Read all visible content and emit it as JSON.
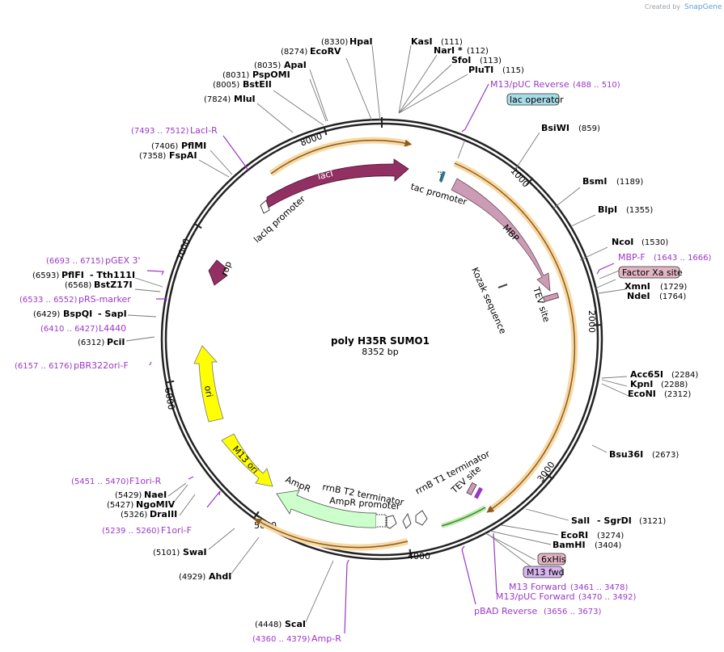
{
  "credit": {
    "prefix": "Created by",
    "brand": "SnapGene"
  },
  "plasmid": {
    "name": "poly H35R SUMO1",
    "size": "8352 bp",
    "ticks": [
      "1000",
      "2000",
      "3000",
      "4000",
      "5000",
      "6000",
      "7000",
      "8000"
    ]
  },
  "enzymes": [
    {
      "name": "HpaI",
      "pos": "(8330)"
    },
    {
      "name": "KasI",
      "pos": "(111)"
    },
    {
      "name": "EcoRV",
      "pos": "(8274)"
    },
    {
      "name": "NarI *",
      "pos": "(112)"
    },
    {
      "name": "SfoI",
      "pos": "(113)"
    },
    {
      "name": "ApaI",
      "pos": "(8035)"
    },
    {
      "name": "PluTI",
      "pos": "(115)"
    },
    {
      "name": "PspOMI",
      "pos": "(8031)"
    },
    {
      "name": "BstEII",
      "pos": "(8005)"
    },
    {
      "name": "MluI",
      "pos": "(7824)"
    },
    {
      "name": "BsiWI",
      "pos": "(859)"
    },
    {
      "name": "PflMI",
      "pos": "(7406)"
    },
    {
      "name": "FspAI",
      "pos": "(7358)"
    },
    {
      "name": "BsmI",
      "pos": "(1189)"
    },
    {
      "name": "BlpI",
      "pos": "(1355)"
    },
    {
      "name": "NcoI",
      "pos": "(1530)"
    },
    {
      "name": "PflFI",
      "pos": "(6593)"
    },
    {
      "name": "- Tth111I",
      "pos": ""
    },
    {
      "name": "BstZ17I",
      "pos": "(6568)"
    },
    {
      "name": "XmnI",
      "pos": "(1729)"
    },
    {
      "name": "NdeI",
      "pos": "(1764)"
    },
    {
      "name": "BspQI",
      "pos": "(6429)"
    },
    {
      "name": "- SapI",
      "pos": ""
    },
    {
      "name": "PciI",
      "pos": "(6312)"
    },
    {
      "name": "Acc65I",
      "pos": "(2284)"
    },
    {
      "name": "KpnI",
      "pos": "(2288)"
    },
    {
      "name": "EcoNI",
      "pos": "(2312)"
    },
    {
      "name": "Bsu36I",
      "pos": "(2673)"
    },
    {
      "name": "NaeI",
      "pos": "(5429)"
    },
    {
      "name": "NgoMIV",
      "pos": "(5427)"
    },
    {
      "name": "DraIII",
      "pos": "(5326)"
    },
    {
      "name": "SalI",
      "pos": ""
    },
    {
      "name": "- SgrDI",
      "pos": "(3121)"
    },
    {
      "name": "EcoRI",
      "pos": "(3274)"
    },
    {
      "name": "BamHI",
      "pos": "(3404)"
    },
    {
      "name": "SwaI",
      "pos": "(5101)"
    },
    {
      "name": "AhdI",
      "pos": "(4929)"
    },
    {
      "name": "ScaI",
      "pos": "(4448)"
    }
  ],
  "primers": [
    {
      "name": "M13/pUC Reverse",
      "range": "(488 .. 510)"
    },
    {
      "name": "LacI-R",
      "range": "(7493 .. 7512)"
    },
    {
      "name": "MBP-F",
      "range": "(1643 .. 1666)"
    },
    {
      "name": "pGEX 3'",
      "range": "(6693 .. 6715)"
    },
    {
      "name": "pRS-marker",
      "range": "(6533 .. 6552)"
    },
    {
      "name": "L4440",
      "range": "(6410 .. 6427)"
    },
    {
      "name": "pBR322ori-F",
      "range": "(6157 .. 6176)"
    },
    {
      "name": "F1ori-R",
      "range": "(5451 .. 5470)"
    },
    {
      "name": "F1ori-F",
      "range": "(5239 .. 5260)"
    },
    {
      "name": "M13 Forward",
      "range": "(3461 .. 3478)"
    },
    {
      "name": "M13/pUC Forward",
      "range": "(3470 .. 3492)"
    },
    {
      "name": "pBAD Reverse",
      "range": "(3656 .. 3673)"
    },
    {
      "name": "Amp-R",
      "range": "(4360 .. 4379)"
    }
  ],
  "boxed": [
    {
      "name": "lac operator",
      "color": "#a8dce8"
    },
    {
      "name": "Factor Xa site",
      "color": "#e2b4c4"
    },
    {
      "name": "6xHis",
      "color": "#e2b4c4"
    },
    {
      "name": "M13 fwd",
      "color": "#d8b4f0"
    }
  ],
  "features": {
    "lacI": "lacI",
    "lacIq": "lacIq promoter",
    "tac": "tac promoter",
    "mbp": "MBP",
    "kozak": "Kozak sequence",
    "tev1": "TEV site",
    "tev2": "TEV site",
    "rop": "rop",
    "ori": "ori",
    "m13ori": "M13 ori",
    "ampr": "AmpR",
    "amprprom": "AmpR promoter",
    "rrnbt2": "rrnB T2 terminator",
    "rrnbt1": "rrnB T1 terminator"
  },
  "colors": {
    "lacI": "#922f63",
    "mbp": "#cc9cb4",
    "ori": "#ffff00",
    "ampr": "#ccffcc",
    "primer": "#9b37c8",
    "orf": "#f5a623"
  }
}
